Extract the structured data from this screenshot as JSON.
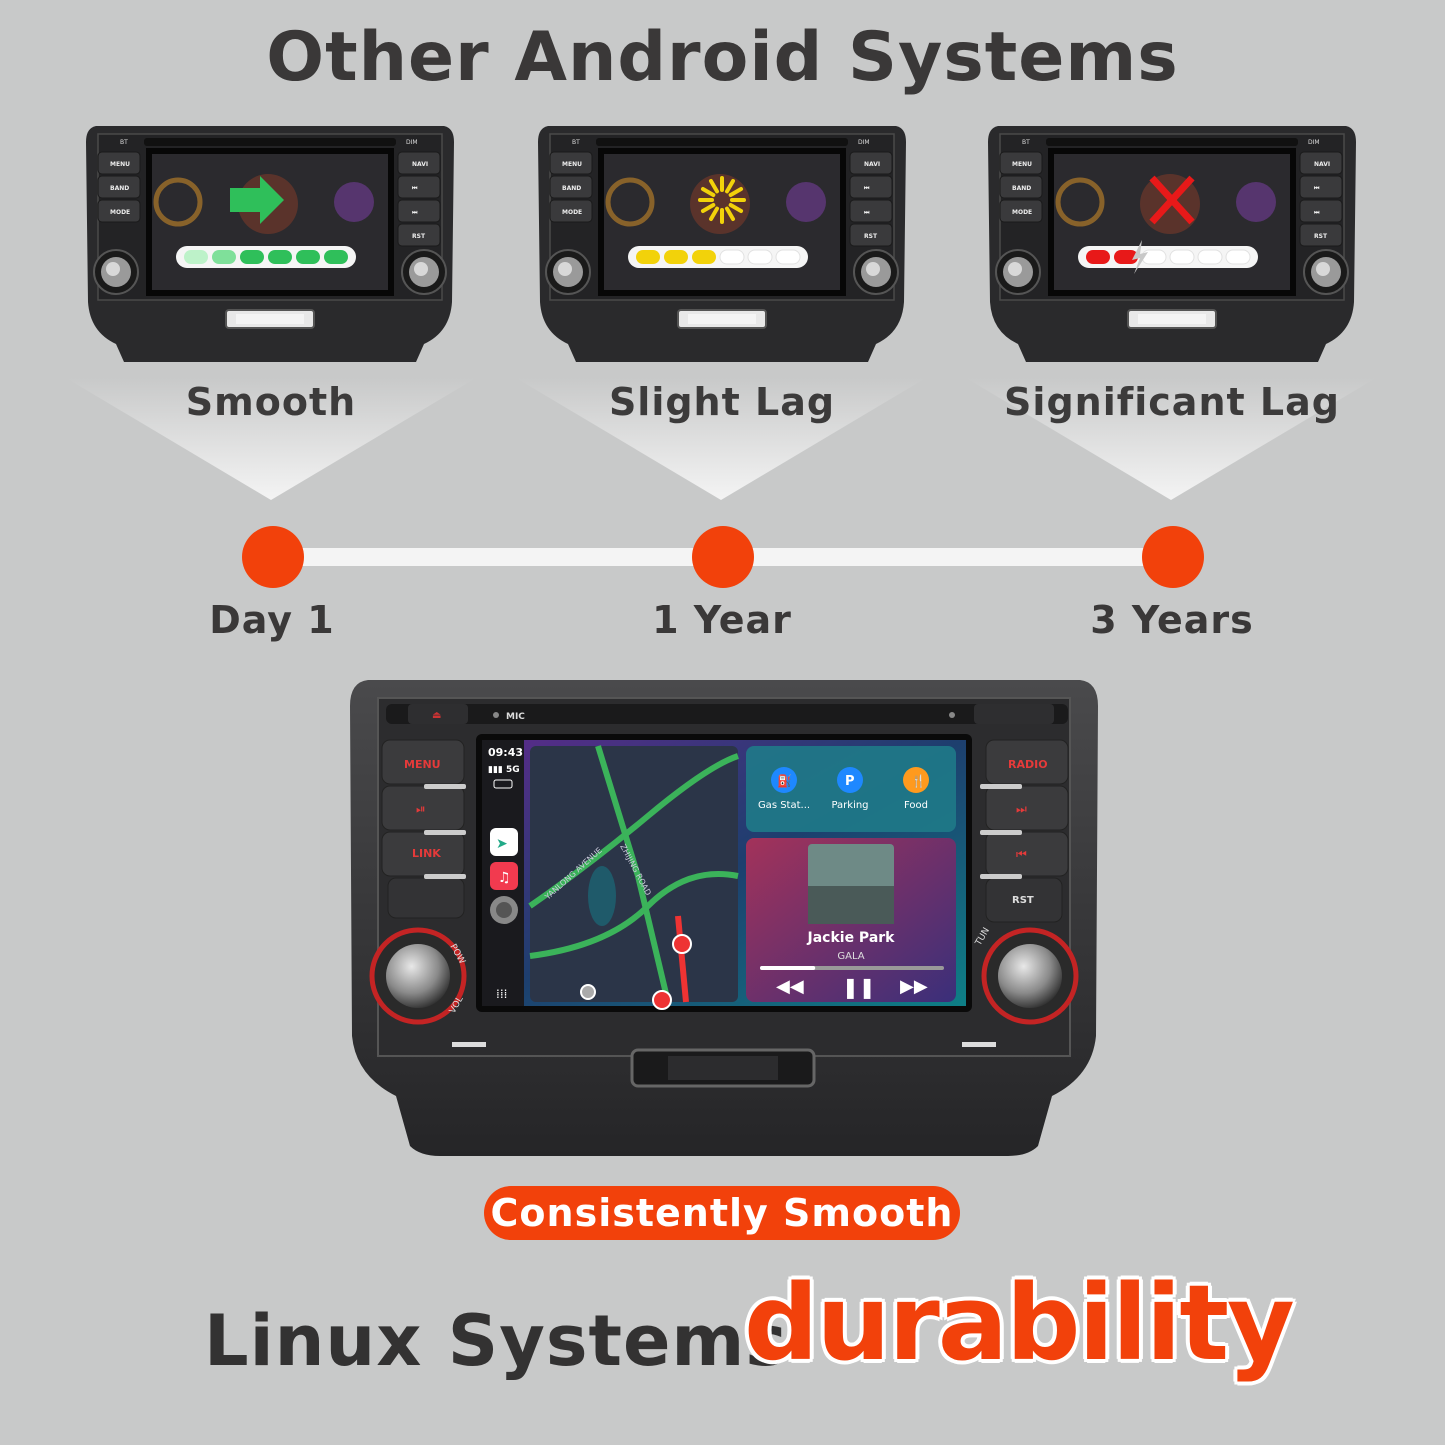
{
  "header": {
    "title": "Other Android Systems"
  },
  "stages": [
    {
      "label": "Smooth",
      "time": "Day 1",
      "status_icon": "green-arrow-icon",
      "progress_filled": 6,
      "progress_total": 6,
      "progress_color": "#2fbf5a"
    },
    {
      "label": "Slight Lag",
      "time": "1 Year",
      "status_icon": "loading-spinner-icon",
      "progress_filled": 3,
      "progress_total": 6,
      "progress_color": "#f2d20a"
    },
    {
      "label": "Significant Lag",
      "time": "3 Years",
      "status_icon": "red-x-icon",
      "progress_filled": 2,
      "progress_total": 6,
      "progress_color": "#e81919"
    }
  ],
  "small_unit_buttons": {
    "left": [
      "MENU",
      "BAND",
      "MODE"
    ],
    "right": [
      "NAVI",
      "⏮",
      "⏭",
      "RST"
    ],
    "top_left": "BT",
    "top_right": "DIM"
  },
  "main_unit": {
    "top_label": "MIC",
    "left_buttons": [
      "MENU",
      "⏯",
      "LINK"
    ],
    "right_buttons": [
      "RADIO",
      "⏭",
      "⏮",
      "RST"
    ],
    "knob_left_labels": [
      "POW",
      "VOL"
    ],
    "knob_right_label": "TUN",
    "status_bar": {
      "time": "09:43",
      "signal": "5G"
    },
    "map_streets": [
      "YANLONG AVENUE",
      "ZHIJING ROAD"
    ],
    "shortcuts": [
      {
        "label": "Gas Stat...",
        "icon": "gas-station-icon",
        "color": "#1e88ff"
      },
      {
        "label": "Parking",
        "icon": "parking-icon",
        "color": "#1e88ff"
      },
      {
        "label": "Food",
        "icon": "food-icon",
        "color": "#ff9a1e"
      }
    ],
    "now_playing": {
      "artist": "Jackie Park",
      "album": "GALA",
      "progress": 0.3
    }
  },
  "badge": {
    "text": "Consistently Smooth"
  },
  "footer": {
    "prefix": "Linux Systems",
    "highlight": "durability"
  },
  "colors": {
    "accent": "#f2410b",
    "background": "#c8c9c9",
    "text": "#333232"
  }
}
